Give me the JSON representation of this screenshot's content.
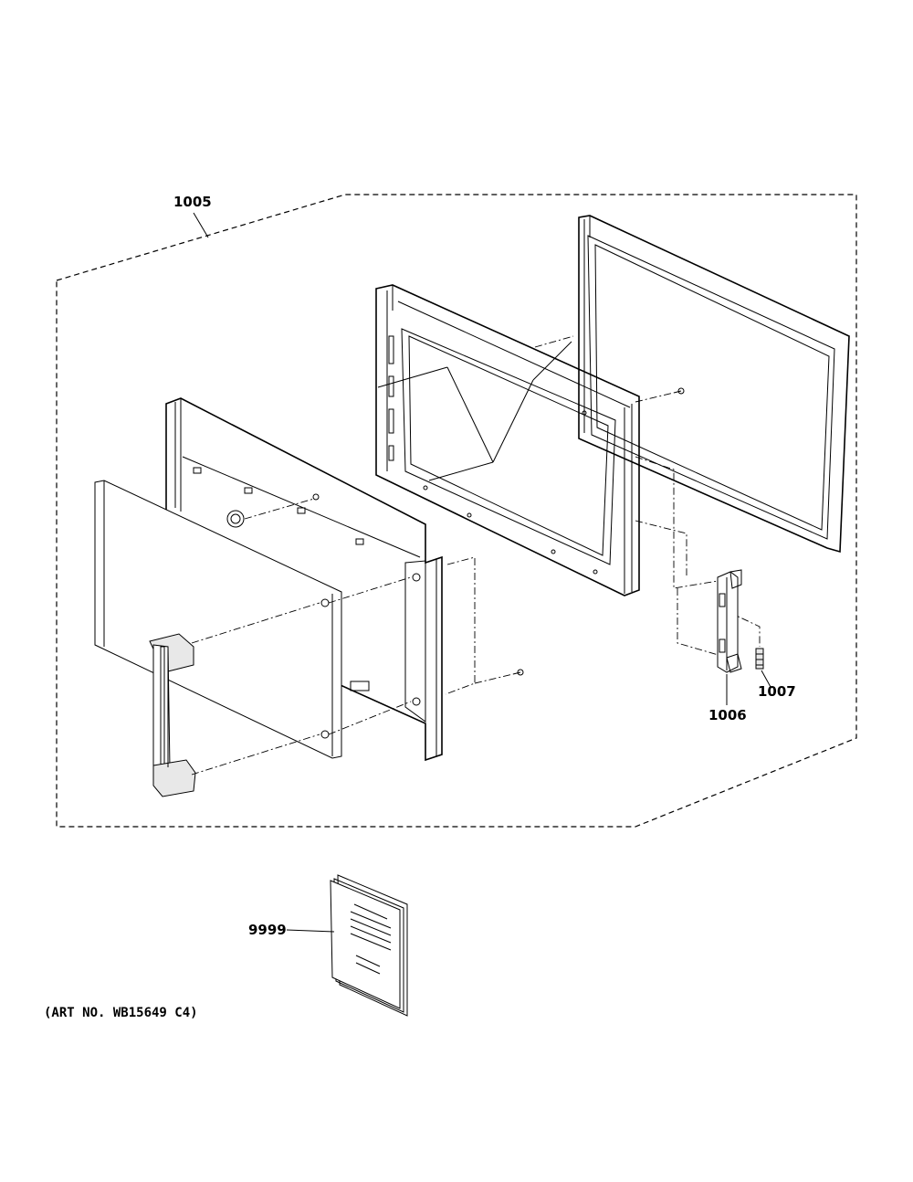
{
  "callouts": {
    "door_assembly": "1005",
    "hinge": "1006",
    "spring": "1007",
    "manual": "9999"
  },
  "art_number": "(ART NO. WB15649 C4)"
}
